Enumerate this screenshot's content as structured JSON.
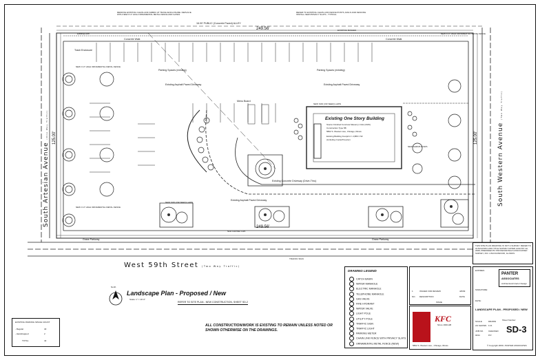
{
  "streets": {
    "west_street": "South Artesian Avenue",
    "west_note": "(One Way Traffic)",
    "east_street": "South Western Avenue",
    "east_note": "(Two Way Traffic)",
    "south_street": "West 59th Street",
    "south_note": "(Two Way Traffic)",
    "north_alley": "16.00' PUBLIC (Concrete Paved) ALLEY"
  },
  "dimensions": {
    "north": "249.56'",
    "south": "249.56'",
    "west": "125.00'",
    "east": "125.00'"
  },
  "building": {
    "title": "Existing One Story Building",
    "line1": "Stucco Finished Concrete Masonry Units (CMU)",
    "line2": "Construction Type 5B",
    "line3": "5802 S. Western Ave, Chicago, Illinois",
    "line4": "Existing Building Footprint = 2,880 ± SF",
    "line5": "(including Cooler/Freezer)"
  },
  "plan_labels": {
    "parking_top": "Parking Spaces (existing)",
    "parking_mid": "Parking Spaces (existing)",
    "asphalt_drive": "Existing Asphalt Paved Driveway",
    "concrete_drive": "Existing Concrete Driveway (Drive-Thru)",
    "concrete_walk": "Concrete Walk",
    "grass_parkway": "Grass Parkway",
    "trash_enclosure": "Trash Enclosure",
    "menu_board": "Menu Board",
    "new_ornamental_fence": "NEW 4'-0\" HIGH ORNAMENTAL METAL FENCE",
    "new_grass": "NEW SOD (OR SEED) LAWN",
    "existing_bushes": "EXISTING BUSHES",
    "new_shrubs": "NEW SHRUB ROWS",
    "existing_curb": "Existing Curb",
    "new_curb": "New Concrete Curb",
    "chain_link_note": "REMOVE EXISTING CHAIN-LINK FABRIC AT TRASH ENCLOSURE. REPLACE WITH NEW 6'-0\" HIGH ORNAMENTAL METAL FENCE AND GATES",
    "fence_note": "REFER TO EXISTING CHAIN LINK FENCE POSTS, RAILS AND FENCING. INSTALL NEW PRIVACY SLATS - TYPICAL"
  },
  "drawing": {
    "title": "Landscape Plan - Proposed / New",
    "scale": "Scale: 1\" = 10'-0\"",
    "north_label": "North",
    "refer_note": "REFER TO SITE PLAN - NEW CONSTRUCTION, SHEET SD-2",
    "construction_note": "ALL CONSTRUCTION/WORK IS EXISTING TO REMAIN UNLESS NOTED OR SHOWN OTHERWISE ON THE DRAWINGS.",
    "fence_callout": "NEW ORNAMENTAL METAL FENCE POSTS TO BE LOCATED ON AND WITHIN OWNER'S PROPERTY"
  },
  "parking_count": {
    "title": "EXISTING PARKING SPACE COUNT",
    "regular_label": "- Regular",
    "regular_value": "40",
    "handicapped_label": "- Handicapped",
    "handicapped_value": "2",
    "total_label": "TOTAL",
    "total_value": "42"
  },
  "legend": {
    "title": "DRAWING LEGEND",
    "items": [
      "CATCH BASIN",
      "WATER MANHOLE",
      "ELECTRIC MANHOLE",
      "TELEPHONE MANHOLE",
      "GAS VALVE",
      "FIRE HYDRANT",
      "WATER VALVE",
      "LIGHT POLE",
      "UTILITY POLE",
      "TRAFFIC SIGN",
      "TRAFFIC LIGHT",
      "PARKING METER",
      "CHAIN LINK FENCE WITH PRIVACY SLATS",
      "ORNAMENTAL METAL FENCE (NEW)"
    ]
  },
  "revisions": {
    "row1_no": "1",
    "row1_desc": "ISSUED FOR REVIEW",
    "row1_date": "4/6/09",
    "hdr_no": "NO.",
    "hdr_desc": "DESCRIPTION",
    "hdr_date": "DATE",
    "issued": "ISSUE"
  },
  "brand": {
    "kfc": "KFC",
    "since": "Since 1930-HB",
    "address": "5802 S. Western Ave., Chicago, Illinois"
  },
  "title_block": {
    "sheet_title": "LANDSCAPE PLAN - PROPOSED / NEW",
    "firm": "PANTER",
    "firm2": "ASSOCIATES",
    "firm_desc": "Architectural Interior Design",
    "expires": "EXPIRES:",
    "signature": "SIGNATURE:",
    "date_label": "DATE:",
    "date_value": "4/6/09",
    "scale_label": "SCALE",
    "scale_value": "AS SHOWN",
    "drawn_label": "DRAWN",
    "drawn_value": "K.R.",
    "checked_label": "CHECKED",
    "checked_value": "P.P.",
    "job_label": "JOB NO.",
    "job_value": "0234",
    "sheet_label": "Sheet Number:",
    "sheet_number": "SD-3",
    "copyright": "© Copyright 2009 • PANTER ASSOCIATES"
  },
  "note_box": {
    "text": "THIS SITE PLAN DRAWING IS NOT A SURVEY. REFER TO ALTA/ACSM LAND TITLE SURVEY DATED AUGUST 1st, 2008, PREPARED BY PROFESSIONALS ASSOCIATED SURVEY, INC. LINCOLNWOOD, ILLINOIS"
  }
}
